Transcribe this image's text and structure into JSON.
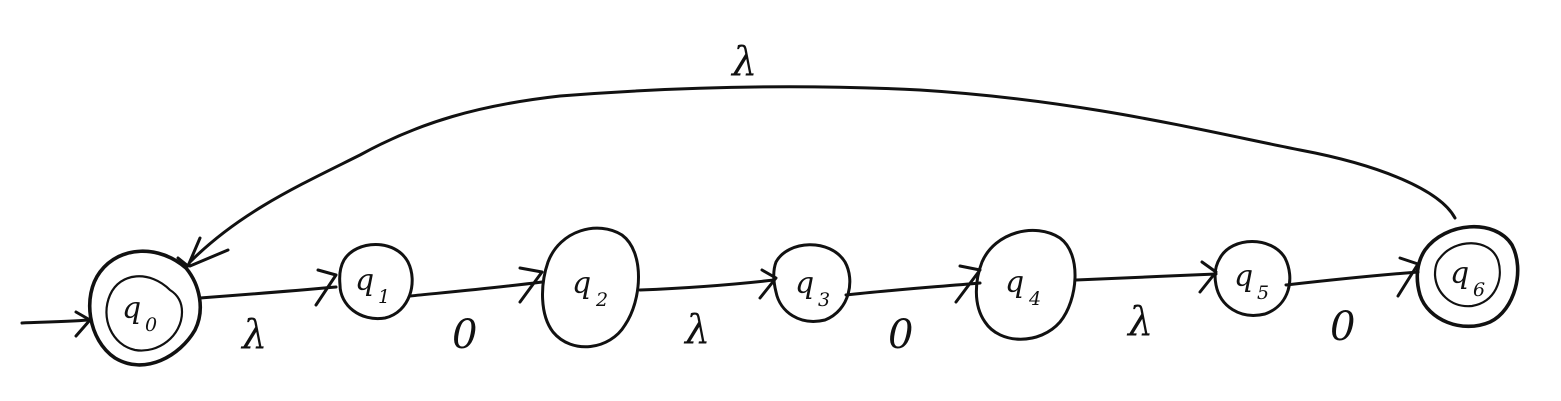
{
  "states": [
    {
      "name": "q",
      "sub": "0",
      "accepting": true,
      "initial": true
    },
    {
      "name": "q",
      "sub": "1",
      "accepting": false,
      "initial": false
    },
    {
      "name": "q",
      "sub": "2",
      "accepting": false,
      "initial": false
    },
    {
      "name": "q",
      "sub": "3",
      "accepting": false,
      "initial": false
    },
    {
      "name": "q",
      "sub": "4",
      "accepting": false,
      "initial": false
    },
    {
      "name": "q",
      "sub": "5",
      "accepting": false,
      "initial": false
    },
    {
      "name": "q",
      "sub": "6",
      "accepting": true,
      "initial": false
    }
  ],
  "transitions": [
    {
      "from": "q0",
      "to": "q1",
      "label": "λ"
    },
    {
      "from": "q1",
      "to": "q2",
      "label": "0"
    },
    {
      "from": "q2",
      "to": "q3",
      "label": "λ"
    },
    {
      "from": "q3",
      "to": "q4",
      "label": "0"
    },
    {
      "from": "q4",
      "to": "q5",
      "label": "λ"
    },
    {
      "from": "q5",
      "to": "q6",
      "label": "0"
    },
    {
      "from": "q6",
      "to": "q0",
      "label": "λ"
    }
  ]
}
